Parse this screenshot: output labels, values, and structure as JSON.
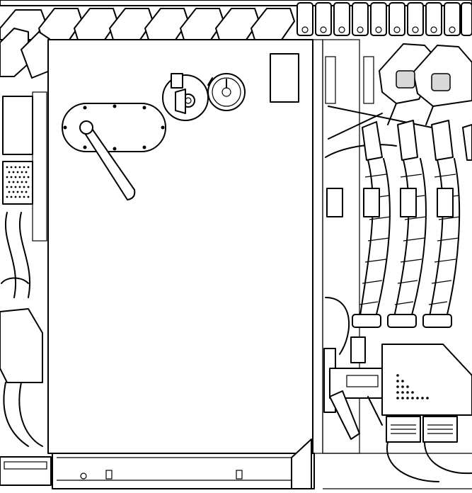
{
  "drawing": {
    "colors": {
      "line": "#000000",
      "background": "#ffffff",
      "shade": "#d8d8d8"
    },
    "parts": [
      "main-cabinet-panel",
      "crank-handle",
      "hand-hole-cover",
      "valve-fitting",
      "circular-flange",
      "flexible-hoses",
      "nozzle-heads",
      "perforated-filter",
      "side-electrical-box",
      "lower-control-box",
      "base-frame"
    ]
  }
}
